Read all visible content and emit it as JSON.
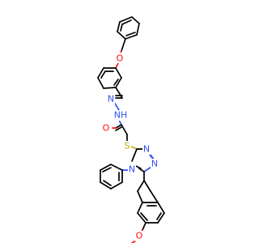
{
  "molecule": {
    "atom_labels": {
      "o_ether": "O",
      "n_imine": "N",
      "nh": "NH",
      "o_carbonyl": "O",
      "s": "S",
      "n_ring_top": "N",
      "n_ring_mid": "N",
      "n_ring_phenyl": "N",
      "o_methoxy": "O"
    },
    "colors": {
      "carbon": "#000000",
      "nitrogen": "#3050f8",
      "oxygen": "#ff0d0d",
      "sulfur": "#c6a700"
    }
  }
}
